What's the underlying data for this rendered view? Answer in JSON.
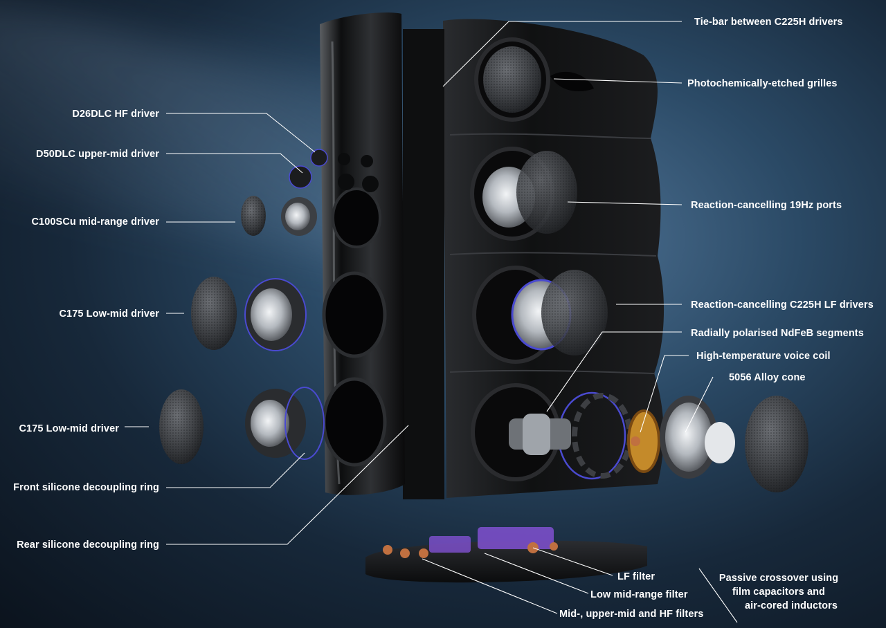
{
  "labels": {
    "tie_bar": "Tie-bar between C225H drivers",
    "grilles": "Photochemically-etched grilles",
    "ports": "Reaction-cancelling 19Hz ports",
    "lf_drivers": "Reaction-cancelling C225H LF drivers",
    "ndfeb": "Radially polarised NdFeB segments",
    "voice_coil": "High-temperature voice coil",
    "alloy_cone": "5056 Alloy cone",
    "hf_driver": "D26DLC HF driver",
    "upper_mid": "D50DLC upper-mid driver",
    "mid_range": "C100SCu mid-range driver",
    "low_mid_1": "C175 Low-mid driver",
    "low_mid_2": "C175 Low-mid driver",
    "front_ring": "Front silicone decoupling ring",
    "rear_ring": "Rear silicone decoupling ring",
    "lf_filter": "LF filter",
    "low_mid_filter": "Low mid-range filter",
    "hf_filters": "Mid-, upper-mid and HF filters",
    "crossover": [
      "Passive crossover using",
      "film capacitors and",
      "air-cored inductors"
    ]
  },
  "colors": {
    "background": "#1d3550",
    "label": "#ffffff",
    "cabinet": "#151617",
    "accent_ring": "#4a4ad0",
    "capacitor": "#7b4fc9",
    "copper": "#c07040"
  }
}
